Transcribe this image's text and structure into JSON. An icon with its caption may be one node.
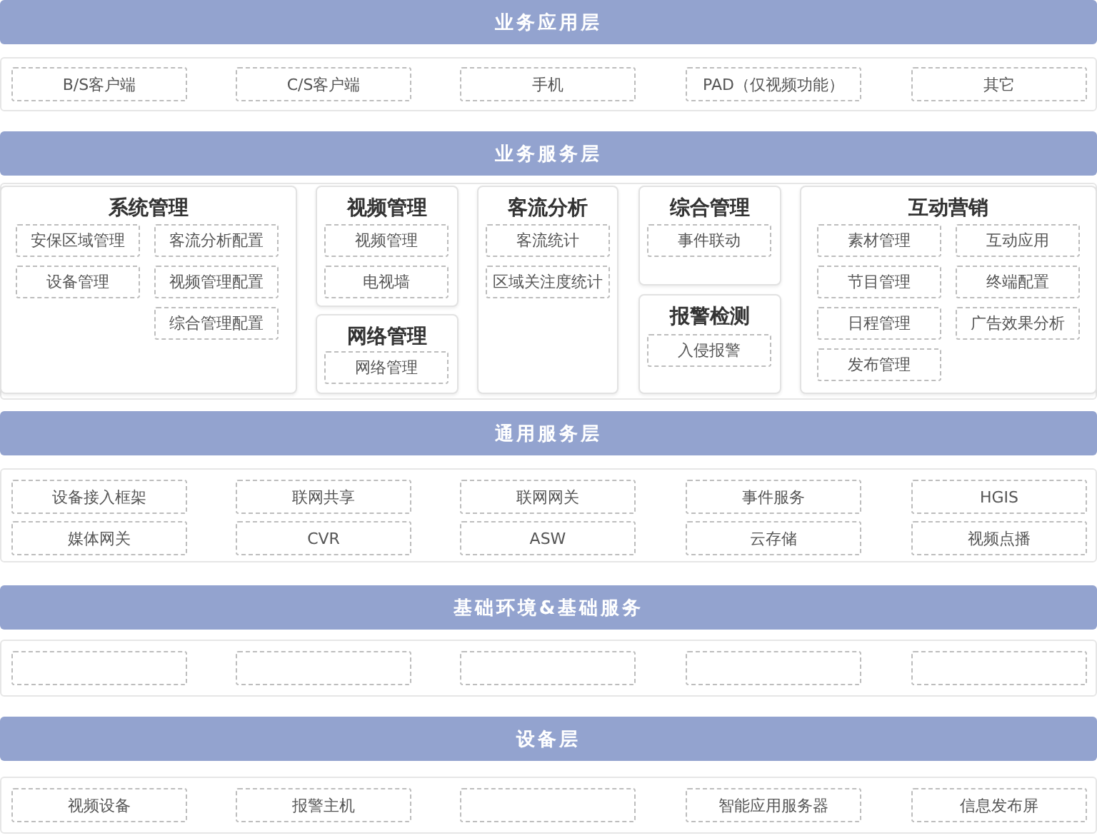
{
  "diagram": {
    "nodes": [
      {
        "text": [
          "业务应用层"
        ]
      },
      {
        "text": [
          "B/S客户端"
        ]
      },
      {
        "text": [
          "C/S客户端"
        ]
      },
      {
        "text": [
          "手机"
        ]
      },
      {
        "text": [
          "PAD（仅视频功能）"
        ]
      },
      {
        "text": [
          "其它"
        ]
      },
      {
        "text": [
          "业务服务层"
        ]
      },
      {
        "text": [
          "系统管理"
        ]
      },
      {
        "text": [
          "安保区域管理"
        ],
        "in": 7
      },
      {
        "text": [
          "客流分析配置"
        ],
        "in": 7
      },
      {
        "text": [
          "设备管理"
        ],
        "in": 7
      },
      {
        "text": [
          "视频管理配置"
        ],
        "in": 7
      },
      {
        "text": [
          "综合管理配置"
        ],
        "in": 7
      },
      {
        "text": [
          "视频管理"
        ]
      },
      {
        "text": [
          "视频管理"
        ],
        "in": 13
      },
      {
        "text": [
          "电视墙"
        ],
        "in": 13
      },
      {
        "text": [
          "网络管理"
        ]
      },
      {
        "text": [
          "网络管理"
        ],
        "in": 16
      },
      {
        "text": [
          "客流分析"
        ]
      },
      {
        "text": [
          "客流统计"
        ],
        "in": 18
      },
      {
        "text": [
          "区域关注度统计"
        ],
        "in": 18
      },
      {
        "text": [
          "综合管理"
        ]
      },
      {
        "text": [
          "事件联动"
        ],
        "in": 21
      },
      {
        "text": [
          "报警检测"
        ]
      },
      {
        "text": [
          "入侵报警"
        ],
        "in": 23
      },
      {
        "text": [
          "互动营销"
        ]
      },
      {
        "text": [
          "素材管理"
        ],
        "in": 25
      },
      {
        "text": [
          "互动应用"
        ],
        "in": 25
      },
      {
        "text": [
          "节目管理"
        ],
        "in": 25
      },
      {
        "text": [
          "终端配置"
        ],
        "in": 25
      },
      {
        "text": [
          "日程管理"
        ],
        "in": 25
      },
      {
        "text": [
          "广告效果分析"
        ],
        "in": 25
      },
      {
        "text": [
          "发布管理"
        ],
        "in": 25
      },
      {
        "text": [
          "通用服务层"
        ]
      },
      {
        "text": [
          "设备接入框架"
        ]
      },
      {
        "text": [
          "联网共享"
        ]
      },
      {
        "text": [
          "联网网关"
        ]
      },
      {
        "text": [
          "事件服务"
        ]
      },
      {
        "text": [
          "HGIS"
        ]
      },
      {
        "text": [
          "媒体网关"
        ]
      },
      {
        "text": [
          "CVR"
        ]
      },
      {
        "text": [
          "ASW"
        ]
      },
      {
        "text": [
          "云存储"
        ]
      },
      {
        "text": [
          "视频点播"
        ]
      },
      {
        "text": [
          "基础环境&基础服务"
        ]
      },
      {
        "text": [],
        "shape": "box"
      },
      {
        "text": [],
        "shape": "box"
      },
      {
        "text": [],
        "shape": "box"
      },
      {
        "text": [],
        "shape": "box"
      },
      {
        "text": [],
        "shape": "box"
      },
      {
        "text": [
          "设备层"
        ]
      },
      {
        "text": [
          "视频设备"
        ]
      },
      {
        "text": [
          "报警主机"
        ]
      },
      {
        "text": [],
        "shape": "box"
      },
      {
        "text": [
          "智能应用服务器"
        ]
      },
      {
        "text": [
          "信息发布屏"
        ]
      }
    ],
    "edges": []
  }
}
